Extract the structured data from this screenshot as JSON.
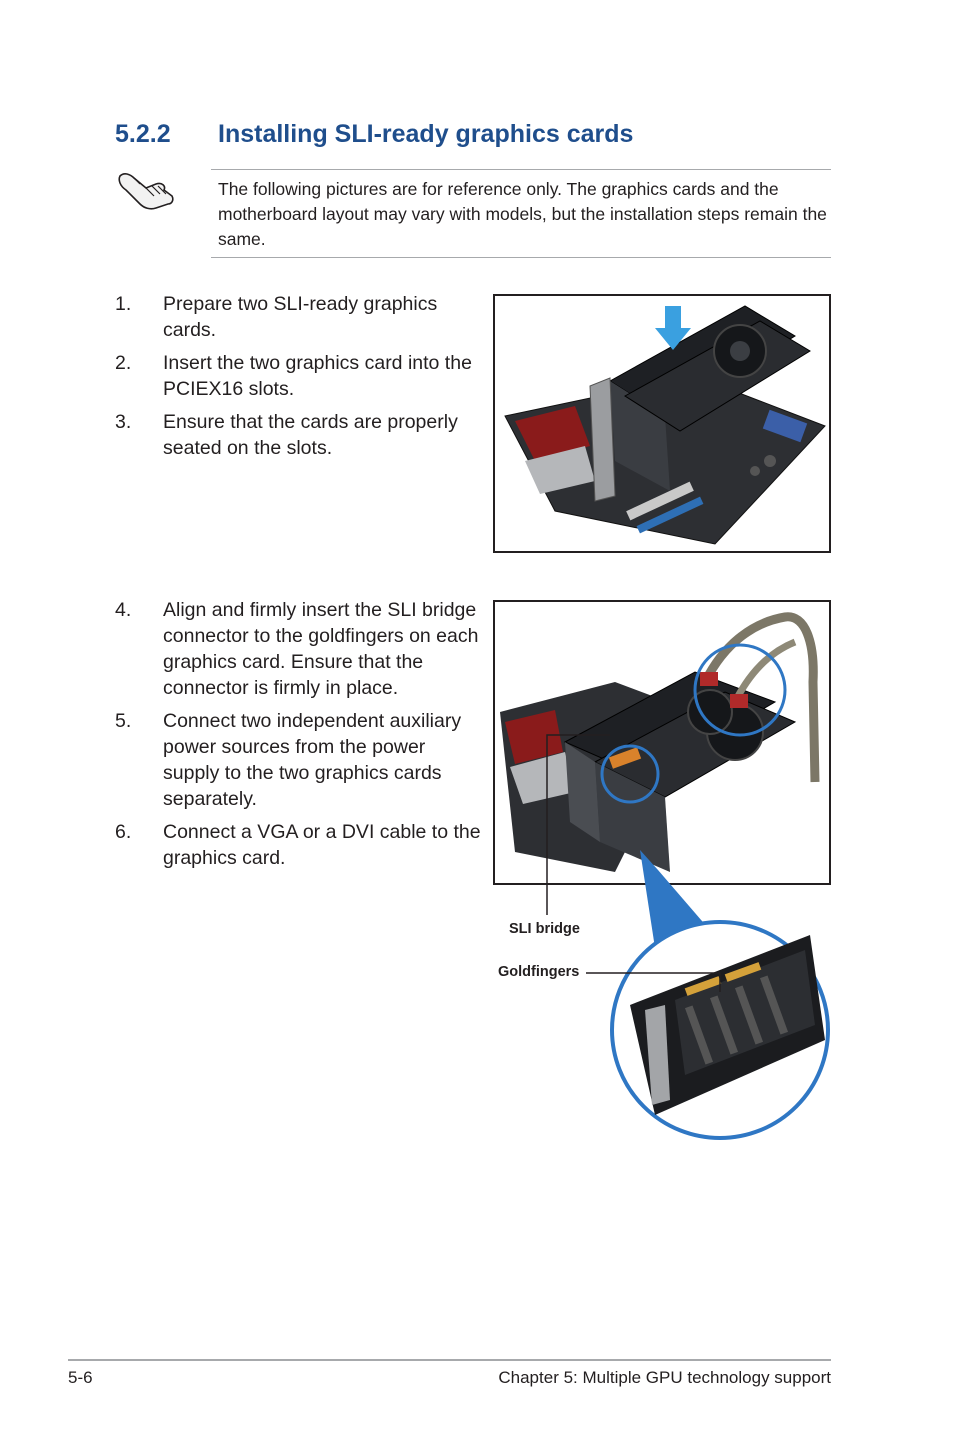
{
  "section": {
    "number": "5.2.2",
    "title": "Installing SLI-ready graphics cards"
  },
  "note": {
    "icon": "hand-note-icon",
    "text": "The following pictures are for reference only. The graphics cards and the motherboard layout may vary with models, but the installation steps remain the same."
  },
  "steps_a": [
    {
      "num": "1.",
      "text": "Prepare two SLI-ready graphics cards."
    },
    {
      "num": "2.",
      "text": "Insert the two graphics card into the PCIEX16 slots."
    },
    {
      "num": "3.",
      "text": "Ensure that the cards are properly seated on the slots."
    }
  ],
  "steps_b": [
    {
      "num": "4.",
      "text": "Align and firmly insert the SLI bridge connector to the goldfingers on each graphics card. Ensure that the connector is firmly in place."
    },
    {
      "num": "5.",
      "text": "Connect two independent auxiliary power sources from the power supply to the two graphics cards separately."
    },
    {
      "num": "6.",
      "text": "Connect a VGA or a DVI cable to the graphics card."
    }
  ],
  "callouts": {
    "sli_bridge": "SLI bridge",
    "goldfingers": "Goldfingers"
  },
  "footer": {
    "page": "5-6",
    "chapter": "Chapter 5: Multiple GPU technology support"
  },
  "colors": {
    "heading": "#1f4e8c",
    "callout_blue": "#2f77c4",
    "arrow_blue": "#3aa0e0"
  }
}
